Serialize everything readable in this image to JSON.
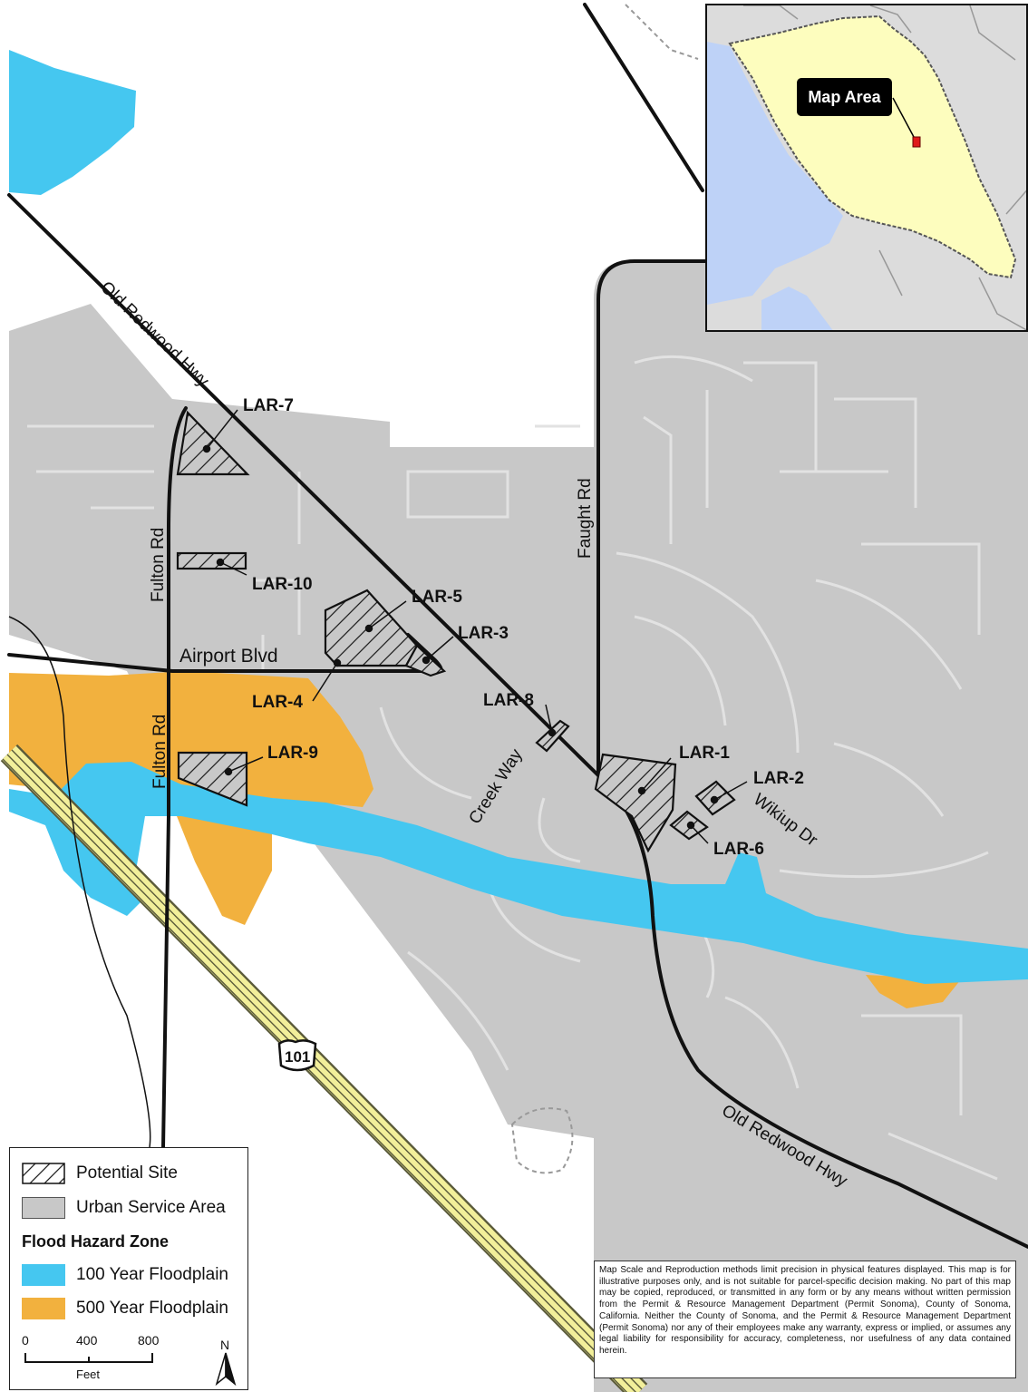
{
  "roads": {
    "old_redwood_hwy_north": "Old Redwood Hwy",
    "old_redwood_hwy_south": "Old Redwood Hwy",
    "fulton_rd_north": "Fulton Rd",
    "fulton_rd_south": "Fulton Rd",
    "airport_blvd": "Airport Blvd",
    "faught_rd": "Faught Rd",
    "creek_way": "Creek Way",
    "wikiup_dr": "Wikiup Dr",
    "us_101": "101"
  },
  "sites": [
    {
      "id": "LAR-1",
      "label": "LAR-1"
    },
    {
      "id": "LAR-2",
      "label": "LAR-2"
    },
    {
      "id": "LAR-3",
      "label": "LAR-3"
    },
    {
      "id": "LAR-4",
      "label": "LAR-4"
    },
    {
      "id": "LAR-5",
      "label": "LAR-5"
    },
    {
      "id": "LAR-6",
      "label": "LAR-6"
    },
    {
      "id": "LAR-7",
      "label": "LAR-7"
    },
    {
      "id": "LAR-8",
      "label": "LAR-8"
    },
    {
      "id": "LAR-9",
      "label": "LAR-9"
    },
    {
      "id": "LAR-10",
      "label": "LAR-10"
    }
  ],
  "legend": {
    "potential_site": "Potential Site",
    "urban_service_area": "Urban Service Area",
    "flood_heading": "Flood Hazard Zone",
    "floodplain_100": "100 Year Floodplain",
    "floodplain_500": "500 Year Floodplain",
    "scale_ticks": [
      "0",
      "400",
      "800"
    ],
    "scale_unit": "Feet",
    "north": "N"
  },
  "inset": {
    "label": "Map Area"
  },
  "disclaimer": "Map Scale and Reproduction methods limit precision in physical features displayed. This map is for illustrative purposes only, and is not suitable for parcel-specific decision making. No part of this map may be copied, reproduced, or transmitted in any form or by any means without written permission from the Permit & Resource Management Department (Permit Sonoma), County of Sonoma, California. Neither the County of Sonoma, and the Permit & Resource Management Department (Permit Sonoma) nor any of their employees make any warranty, express or implied, or assumes any legal liability for responsibility for accuracy, completeness, nor usefulness of any data contained herein.",
  "colors": {
    "urban_service_area": "#c8c8c8",
    "floodplain_100": "#45c7f0",
    "floodplain_500": "#f2b13e",
    "street": "#e2e2e2",
    "road": "#111111",
    "inset_water": "#bed2f7",
    "inset_county": "#fdfdbe",
    "inset_land": "#dcdcdc",
    "inset_marker": "#e01a1a"
  }
}
